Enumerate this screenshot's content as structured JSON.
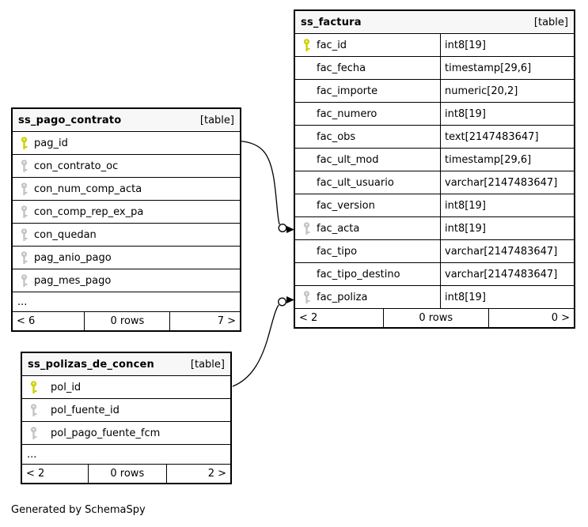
{
  "credit": "Generated by SchemaSpy",
  "colors": {
    "background": "#ffffff",
    "table_border": "#000000",
    "header_background": "#f7f7f7",
    "primary_key_icon": "#cdd100",
    "foreign_key_icon": "#c4c4c4",
    "text": "#000000"
  },
  "icons": {
    "primary_key": "key-icon (yellow)",
    "foreign_key": "key-icon (gray)",
    "relationship_end": "open-circle + solid arrowhead"
  },
  "tables": {
    "factura": {
      "name": "ss_factura",
      "tag": "[table]",
      "columns": [
        {
          "name": "fac_id",
          "type": "int8[19]",
          "key": "primary"
        },
        {
          "name": "fac_fecha",
          "type": "timestamp[29,6]",
          "key": ""
        },
        {
          "name": "fac_importe",
          "type": "numeric[20,2]",
          "key": ""
        },
        {
          "name": "fac_numero",
          "type": "int8[19]",
          "key": ""
        },
        {
          "name": "fac_obs",
          "type": "text[2147483647]",
          "key": ""
        },
        {
          "name": "fac_ult_mod",
          "type": "timestamp[29,6]",
          "key": ""
        },
        {
          "name": "fac_ult_usuario",
          "type": "varchar[2147483647]",
          "key": ""
        },
        {
          "name": "fac_version",
          "type": "int8[19]",
          "key": ""
        },
        {
          "name": "fac_acta",
          "type": "int8[19]",
          "key": "foreign"
        },
        {
          "name": "fac_tipo",
          "type": "varchar[2147483647]",
          "key": ""
        },
        {
          "name": "fac_tipo_destino",
          "type": "varchar[2147483647]",
          "key": ""
        },
        {
          "name": "fac_poliza",
          "type": "int8[19]",
          "key": "foreign"
        }
      ],
      "pager": {
        "left": "< 2",
        "center": "0 rows",
        "right": "0 >"
      }
    },
    "pago_contrato": {
      "name": "ss_pago_contrato",
      "tag": "[table]",
      "columns": [
        {
          "name": "pag_id",
          "key": "primary"
        },
        {
          "name": "con_contrato_oc",
          "key": "foreign"
        },
        {
          "name": "con_num_comp_acta",
          "key": "foreign"
        },
        {
          "name": "con_comp_rep_ex_pa",
          "key": "foreign"
        },
        {
          "name": "con_quedan",
          "key": "foreign"
        },
        {
          "name": "pag_anio_pago",
          "key": "foreign"
        },
        {
          "name": "pag_mes_pago",
          "key": "foreign"
        }
      ],
      "more": "...",
      "pager": {
        "left": "< 6",
        "center": "0 rows",
        "right": "7 >"
      }
    },
    "polizas": {
      "name": "ss_polizas_de_concen",
      "tag": "[table]",
      "columns": [
        {
          "name": "pol_id",
          "key": "primary"
        },
        {
          "name": "pol_fuente_id",
          "key": "foreign"
        },
        {
          "name": "pol_pago_fuente_fcm",
          "key": "foreign"
        }
      ],
      "more": "...",
      "pager": {
        "left": "< 2",
        "center": "0 rows",
        "right": "2 >"
      }
    }
  },
  "relationships": [
    {
      "pk_table": "ss_pago_contrato",
      "pk_column": "pag_id",
      "fk_table": "ss_factura",
      "fk_column": "fac_acta"
    },
    {
      "pk_table": "ss_polizas_de_concen",
      "pk_column": "pol_id",
      "fk_table": "ss_factura",
      "fk_column": "fac_poliza"
    }
  ]
}
